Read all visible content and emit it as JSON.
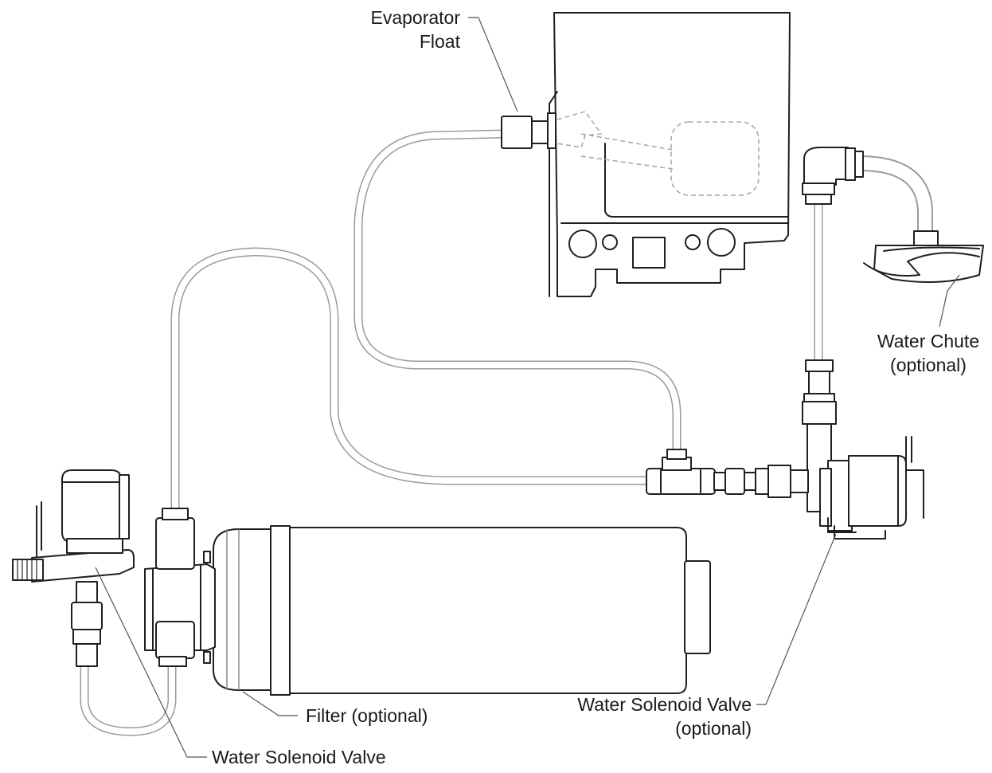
{
  "diagram": {
    "labels": {
      "evaporator_float_line1": "Evaporator",
      "evaporator_float_line2": "Float",
      "water_chute_line1": "Water Chute",
      "water_chute_line2": "(optional)",
      "filter": "Filter (optional)",
      "water_solenoid_valve": "Water Solenoid Valve",
      "water_solenoid_valve_optional_line1": "Water Solenoid Valve",
      "water_solenoid_valve_optional_line2": "(optional)"
    }
  }
}
